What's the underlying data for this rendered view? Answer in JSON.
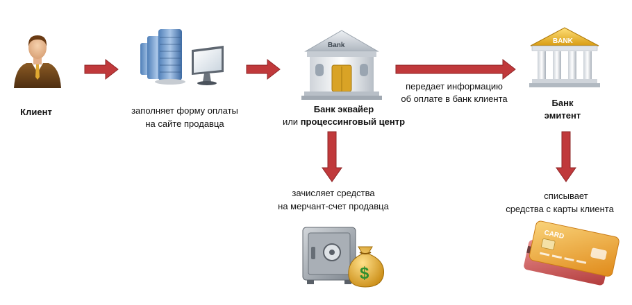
{
  "labels": {
    "client": "Клиент",
    "form_line1": "заполняет форму оплаты",
    "form_line2": "на сайте продавца",
    "acquirer_line1": "Банк эквайер",
    "acquirer_line2_prefix": "или ",
    "acquirer_line2_bold": "процессинговый центр",
    "transfer_line1": "передает информацию",
    "transfer_line2": "об оплате в банк клиента",
    "issuer_line1": "Банк",
    "issuer_line2": "эмитент",
    "credit_line1": "зачисляет средства",
    "credit_line2": "на мерчант-счет продавца",
    "debit_line1": "списывает",
    "debit_line2": "средства с карты клиента"
  },
  "icons": {
    "person": "person-icon",
    "servers": "server-computer-icon",
    "acquirer_bank": "bank-building-icon",
    "issuer_bank": "bank-temple-icon",
    "safe": "safe-money-bag-icon",
    "card": "credit-card-icon"
  },
  "icon_text": {
    "acquirer_sign": "Bank",
    "issuer_sign": "BANK",
    "card_text": "CARD",
    "money_symbol": "$"
  },
  "colors": {
    "arrow": "#c0393b",
    "arrow_dark": "#8e2426"
  }
}
